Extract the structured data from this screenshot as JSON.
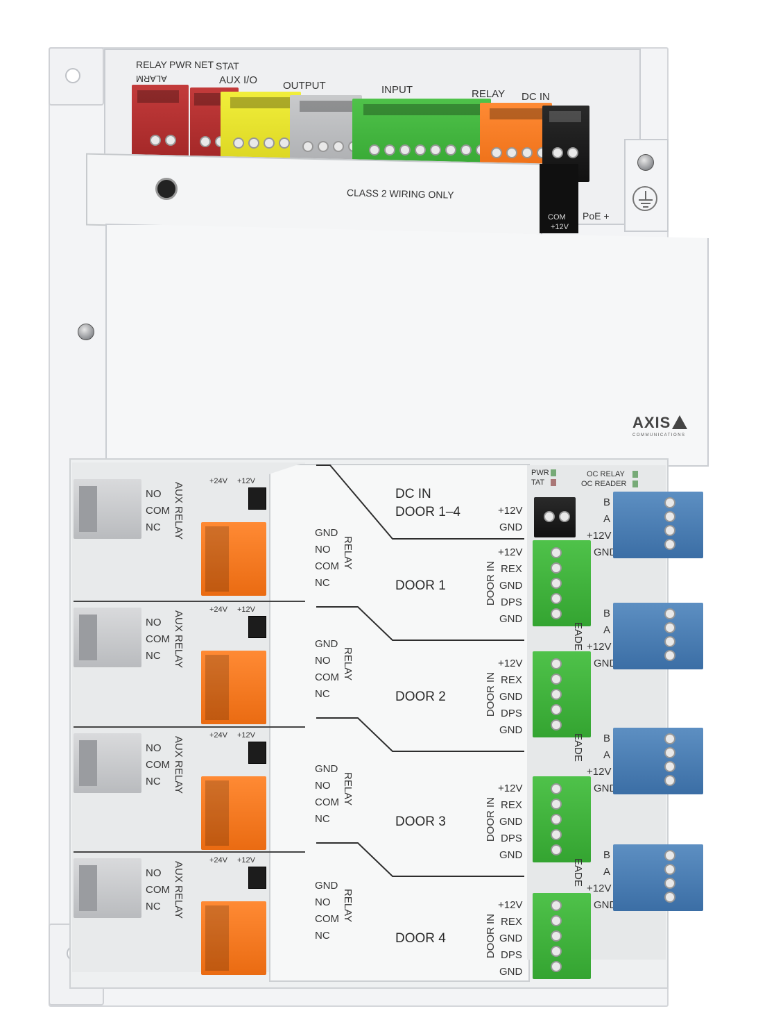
{
  "top_header": {
    "relay": "RELAY",
    "pwr": "PWR",
    "net": "NET",
    "stat": "STAT",
    "alarm": "ALARM",
    "aux_io": "AUX I/O",
    "output": "OUTPUT",
    "input": "INPUT",
    "relay2": "RELAY",
    "dc_in": "DC IN",
    "class2": "CLASS 2 WIRING ONLY",
    "poe": "PoE +",
    "com": "COM",
    "plus12v": "+12V"
  },
  "brand": {
    "name": "AXIS",
    "sub": "COMMUNICATIONS"
  },
  "center": {
    "dc_in": "DC IN",
    "door14": "DOOR 1–4",
    "p12v": "+12V",
    "gnd": "GND"
  },
  "status": {
    "pwr": "PWR",
    "tat": "TAT",
    "oc_relay": "OC RELAY",
    "oc_reader": "OC READER"
  },
  "doors": [
    {
      "name": "DOOR 1"
    },
    {
      "name": "DOOR 2"
    },
    {
      "name": "DOOR 3"
    },
    {
      "name": "DOOR 4"
    }
  ],
  "labels": {
    "no": "NO",
    "com": "COM",
    "nc": "NC",
    "aux_relay": "AUX RELAY",
    "p24v": "+24V",
    "p12v": "+12V",
    "gnd": "GND",
    "relay": "RELAY",
    "door_in": "DOOR IN",
    "rex": "REX",
    "dps": "DPS",
    "b": "B",
    "a": "A",
    "reader": "EADE"
  },
  "colors": {
    "relay_block": "#b02e2e",
    "aux_io_block": "#e6e12c",
    "output_block": "#b9babd",
    "input_block": "#40b33d",
    "dc_block": "#111111",
    "door_relay_block": "#f47a22",
    "reader_block": "#4a7db3"
  }
}
